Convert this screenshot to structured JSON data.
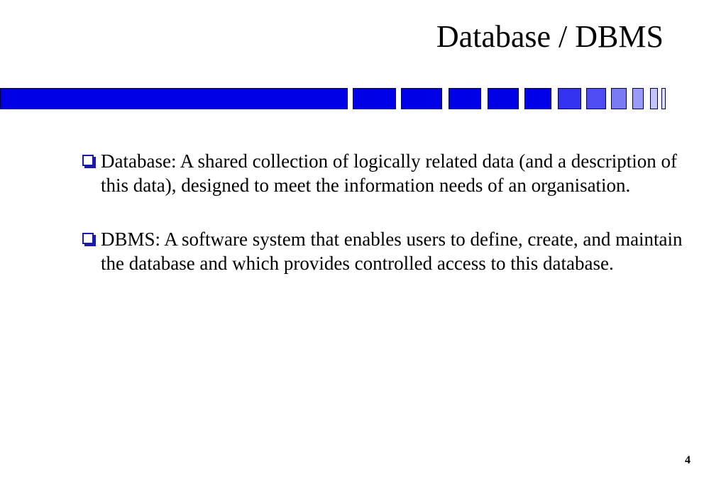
{
  "slide": {
    "title": "Database / DBMS",
    "page_number": "4",
    "accent_color": "#0000e6",
    "bullets": [
      {
        "text": "Database:  A shared collection of logically related data (and a description of this data), designed to meet the information needs of an organisation."
      },
      {
        "text": "DBMS: A software system that enables users to define, create, and maintain the database and which provides controlled access to this database."
      }
    ]
  }
}
